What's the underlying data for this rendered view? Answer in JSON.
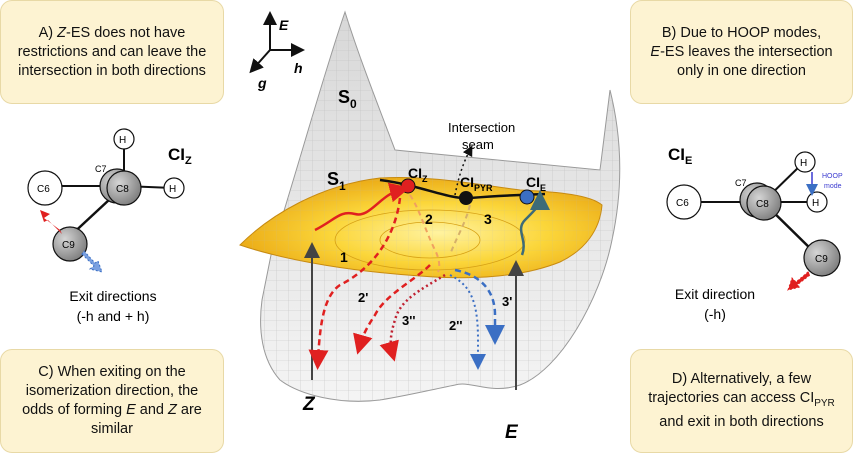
{
  "box_a": {
    "prefix": "A) ",
    "italic": "Z",
    "rest": "-ES does not have restrictions and can leave the intersection in both directions"
  },
  "box_b": {
    "line1": "B) Due to HOOP modes,",
    "italic": "E",
    "rest": "-ES leaves the intersection only in one direction"
  },
  "box_c": {
    "text": "C) When exiting on the isomerization direction, the odds of forming",
    "i1": "E",
    "and": " and ",
    "i2": "Z",
    "tail": " are similar"
  },
  "box_d": {
    "line1": "D) Alternatively, a few trajectories can access",
    "ci": "CI",
    "ci_sub": "PYR",
    "rest": " and exit in both directions"
  },
  "axes": {
    "e": "E",
    "h": "h",
    "g": "g"
  },
  "surface": {
    "s0": "S",
    "s0_sub": "0",
    "s1": "S",
    "s1_sub": "1",
    "seam_line1": "Intersection",
    "seam_line2": "seam"
  },
  "ci": {
    "z": "CI",
    "z_sub": "Z",
    "pyr": "CI",
    "pyr_sub": "PYR",
    "e": "CI",
    "e_sub": "E"
  },
  "path_labels": {
    "p1": "1",
    "p2": "2",
    "p3": "3",
    "p2p": "2'",
    "p3pp": "3''",
    "p2pp": "2''",
    "p3p": "3'"
  },
  "product_labels": {
    "z": "Z",
    "e": "E"
  },
  "left_molecule": {
    "title": "CI",
    "title_sub": "Z",
    "c6": "C6",
    "c7": "C7",
    "c8": "C8",
    "c9": "C9",
    "h": "H",
    "exit_title": "Exit directions",
    "exit_sub": "(-h and + h)"
  },
  "right_molecule": {
    "title": "CI",
    "title_sub": "E",
    "c6": "C6",
    "c7": "C7",
    "c8": "C8",
    "c9": "C9",
    "h": "H",
    "hoop1": "HOOP",
    "hoop2": "mode",
    "exit_title": "Exit direction",
    "exit_sub": "(-h)"
  },
  "colors": {
    "box_fill": "#fdf3d2",
    "surface_yellow": "#f7c21a",
    "red": "#e02020",
    "blue": "#3b6fc4",
    "teal": "#3d6b78",
    "gray_atom": "#9a9a9a"
  }
}
